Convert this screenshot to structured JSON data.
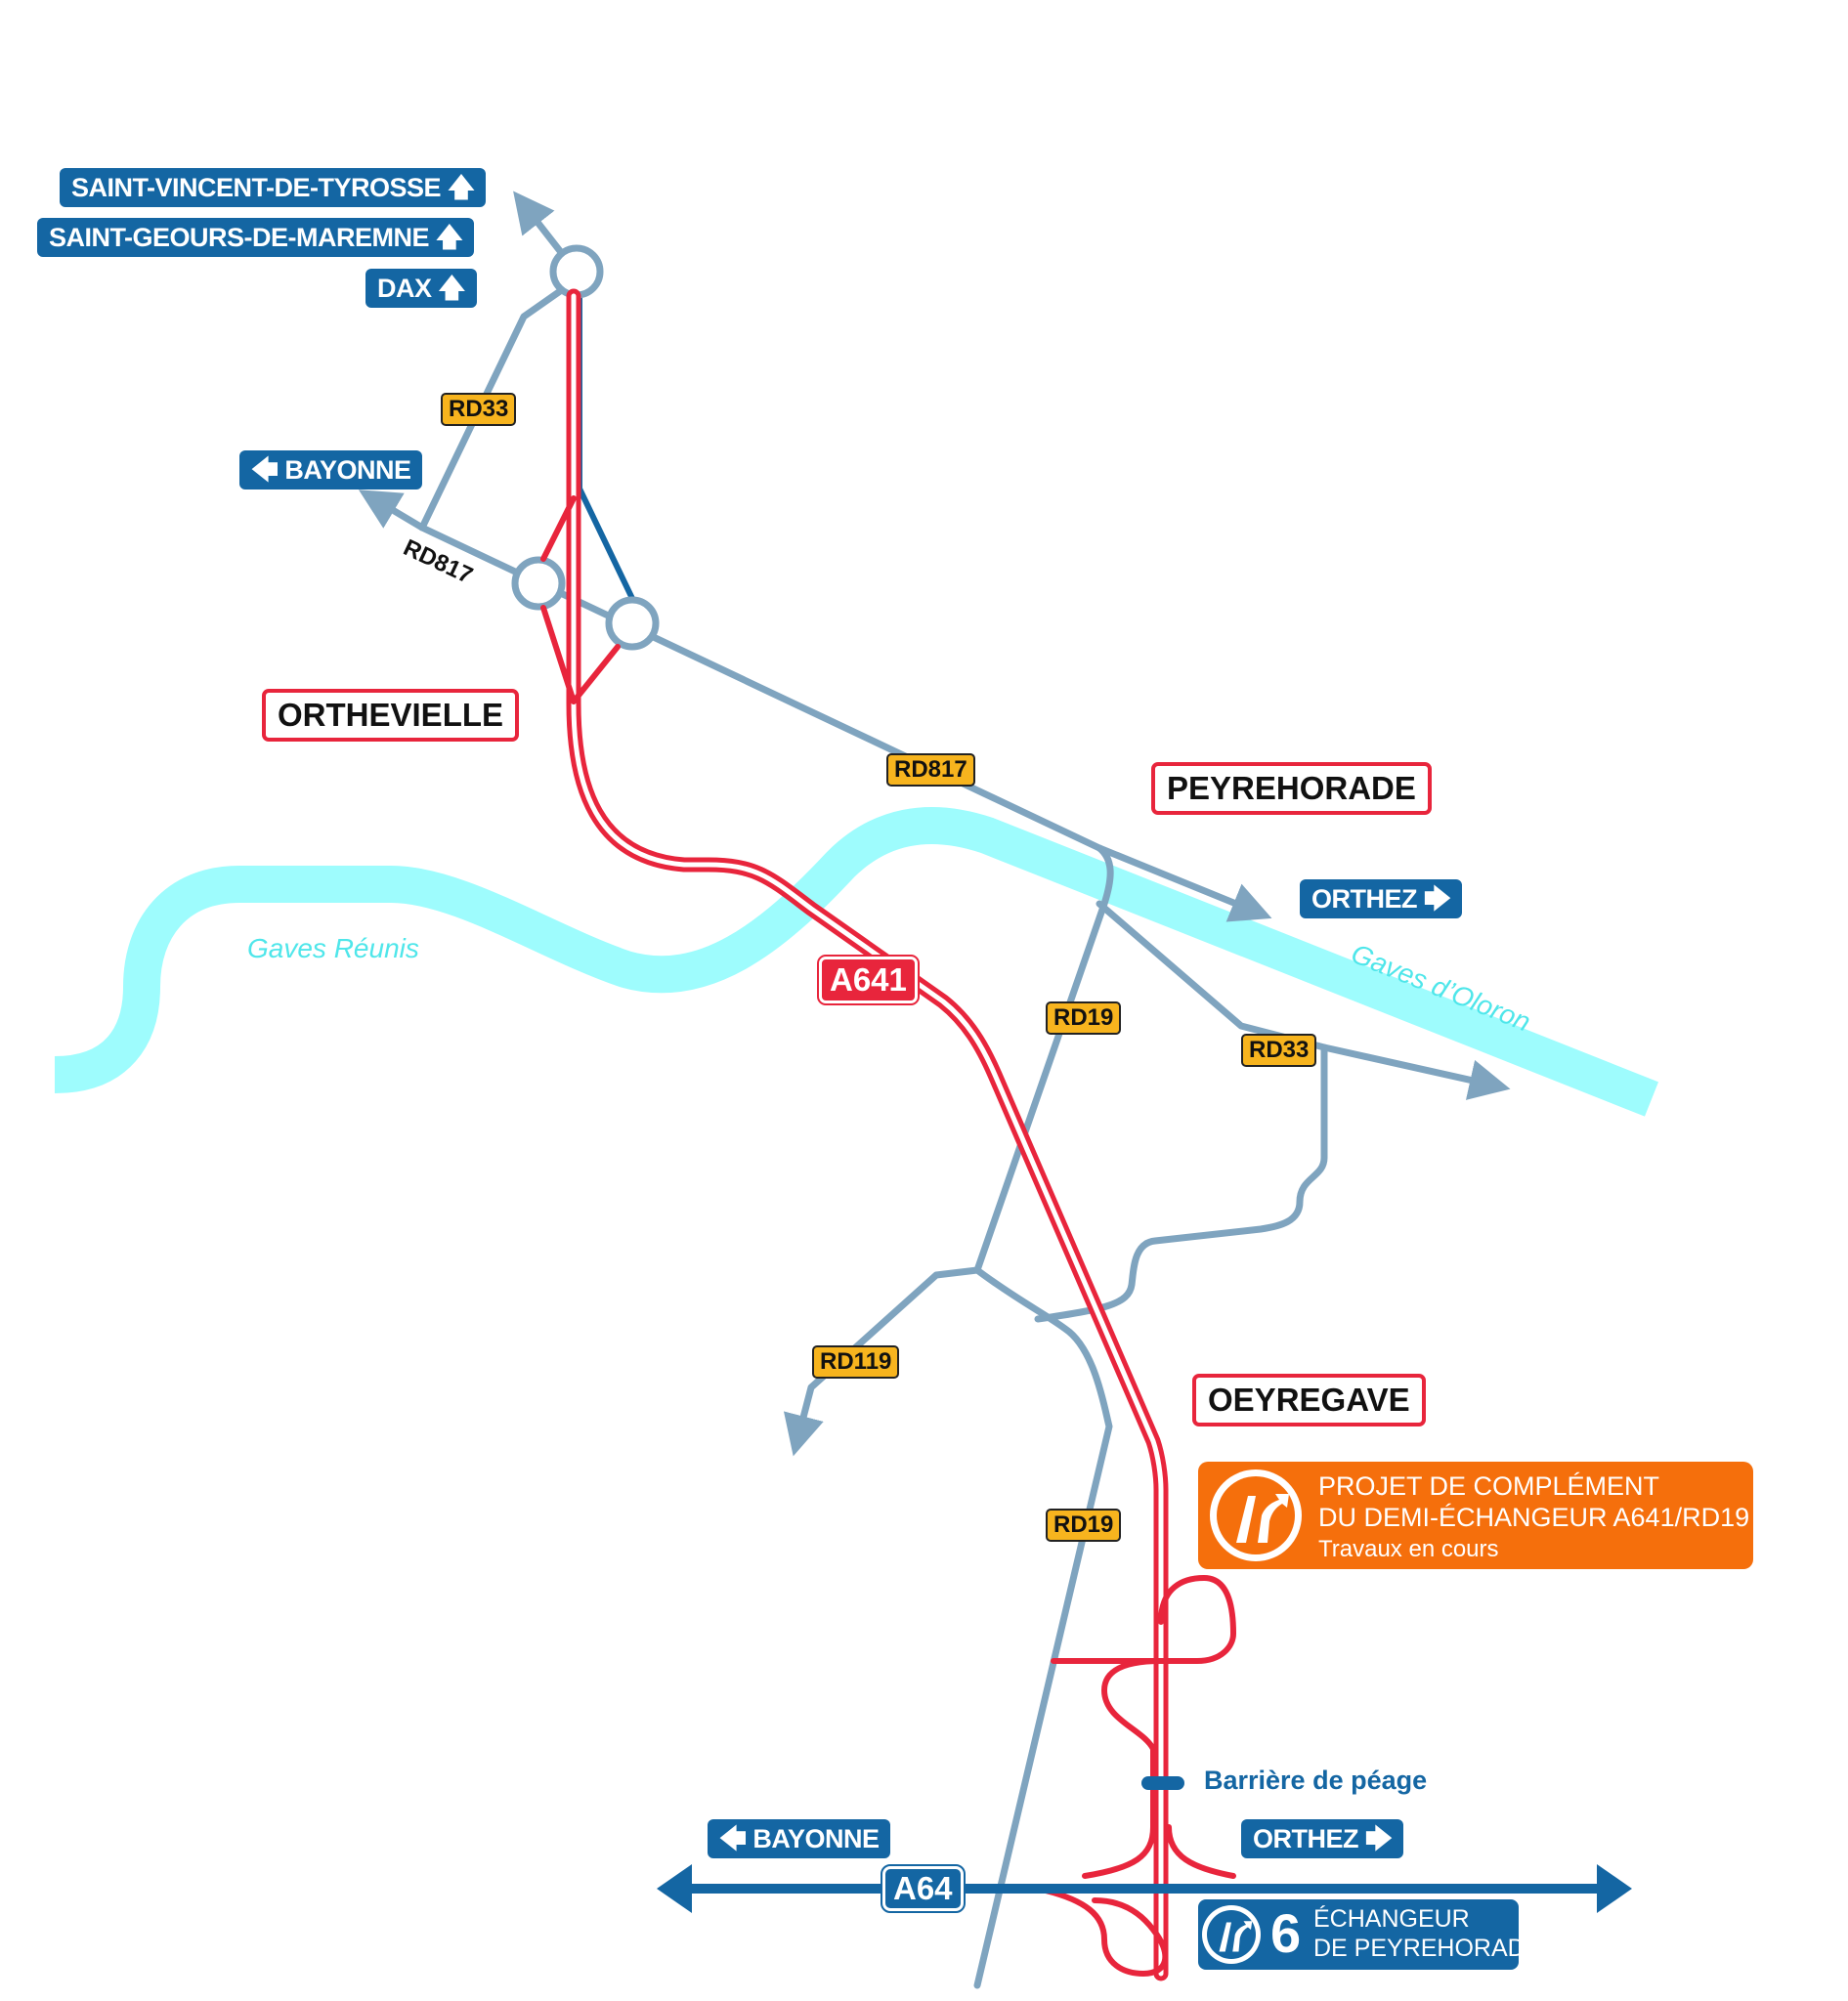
{
  "directions": {
    "saint_vincent": "SAINT-VINCENT-DE-TYROSSE",
    "saint_geours": "SAINT-GEOURS-DE-MAREMNE",
    "dax": "DAX",
    "bayonne_north": "BAYONNE",
    "orthez_north": "ORTHEZ",
    "bayonne_south": "BAYONNE",
    "orthez_south": "ORTHEZ",
    "up_arrow": "🡅",
    "left_arrow": "🡄",
    "right_arrow": "🡆"
  },
  "towns": {
    "orthevielle": "ORTHEVIELLE",
    "peyrehorade": "PEYREHORADE",
    "oeyregave": "OEYREGAVE"
  },
  "roads": {
    "rd33_north": "RD33",
    "rd817_plain": "RD817",
    "rd817": "RD817",
    "rd19_north": "RD19",
    "rd33_east": "RD33",
    "rd119": "RD119",
    "rd19_south": "RD19",
    "a641": "A641",
    "a64": "A64"
  },
  "rivers": {
    "gaves_reunis": "Gaves Réunis",
    "gaves_oloron": "Gaves d’Oloron"
  },
  "project": {
    "line1": "PROJET DE COMPLÉMENT",
    "line2": "DU DEMI-ÉCHANGEUR A641/RD19",
    "line3": "Travaux en cours"
  },
  "toll": {
    "label": "Barrière de péage"
  },
  "interchange": {
    "number": "6",
    "line1": "ÉCHANGEUR",
    "line2": "DE PEYREHORADE"
  },
  "colors": {
    "motorway_red": "#e8253c",
    "network_blue": "#1466a3",
    "secondary_grey_blue": "#7fa4bf",
    "river_cyan": "#9efcfd",
    "road_label_yellow": "#f7b41e",
    "project_orange": "#f56f0c"
  }
}
